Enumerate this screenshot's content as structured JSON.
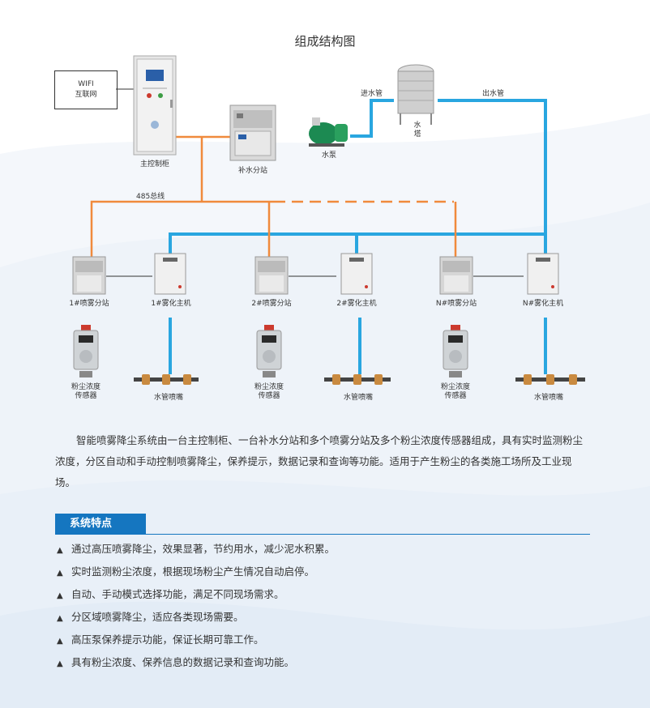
{
  "title": "组成结构图",
  "wifi": {
    "line1": "WIFI",
    "line2": "互联网"
  },
  "labels": {
    "main_cabinet": "主控制柜",
    "supply_station": "补水分站",
    "pump": "水泵",
    "tower_a": "水",
    "tower_b": "塔",
    "inlet_pipe": "进水管",
    "outlet_pipe": "出水管",
    "bus": "485总线",
    "spray1": "1#喷雾分站",
    "atom1": "1#雾化主机",
    "spray2": "2#喷雾分站",
    "atom2": "2#雾化主机",
    "sprayN": "N#喷雾分站",
    "atomN": "N#雾化主机",
    "sensor_a": "粉尘浓度",
    "sensor_b": "传感器",
    "nozzle": "水管喷嘴"
  },
  "colors": {
    "water_line": "#29a6e0",
    "bus_line": "#f08a3c",
    "accent": "#1576c0"
  },
  "description": "智能喷雾降尘系统由一台主控制柜、一台补水分站和多个喷雾分站及多个粉尘浓度传感器组成，具有实时监测粉尘浓度，分区自动和手动控制喷雾降尘，保养提示，数据记录和查询等功能。适用于产生粉尘的各类施工场所及工业现场。",
  "features": {
    "heading": "系统特点",
    "bullet": "▲",
    "items": [
      "通过高压喷雾降尘，效果显著，节约用水，减少泥水积累。",
      "实时监测粉尘浓度，根据现场粉尘产生情况自动启停。",
      "自动、手动模式选择功能，满足不同现场需求。",
      "分区域喷雾降尘，适应各类现场需要。",
      "高压泵保养提示功能，保证长期可靠工作。",
      "具有粉尘浓度、保养信息的数据记录和查询功能。"
    ]
  }
}
